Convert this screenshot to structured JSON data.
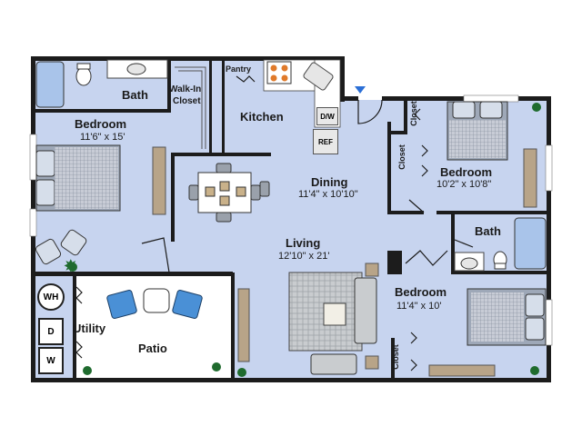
{
  "rooms": {
    "bath_top": "Bath",
    "walk_in_closet_line1": "Walk-In",
    "walk_in_closet_line2": "Closet",
    "pantry": "Pantry",
    "kitchen": "Kitchen",
    "bedroom_left": "Bedroom",
    "bedroom_left_dim": "11'6\" x 15'",
    "dining": "Dining",
    "dining_dim": "11'4\" x 10'10\"",
    "bedroom_right": "Bedroom",
    "bedroom_right_dim": "10'2\" x 10'8\"",
    "bath_right": "Bath",
    "living": "Living",
    "living_dim": "12'10\" x 21'",
    "bedroom_bottom": "Bedroom",
    "bedroom_bottom_dim": "11'4\" x 10'",
    "utility": "Utility",
    "patio": "Patio"
  },
  "closets": {
    "closet_top": "Closet",
    "closet_mid": "Closet",
    "closet_bottom": "Closet"
  },
  "appliances": {
    "dishwasher": "D/W",
    "refrigerator": "REF",
    "water_heater": "WH",
    "dryer": "D",
    "washer": "W"
  },
  "colors": {
    "floor": "#c7d4ef",
    "wall": "#1c1c1c",
    "patio": "#ffffff",
    "plant": "#1f6b2e",
    "entry_arrow": "#2b6fd6",
    "wood": "#b8a488"
  },
  "icons": [
    "plant-icon",
    "entry-arrow-icon",
    "bed-icon",
    "sofa-icon",
    "dining-table-icon",
    "patio-chair-icon",
    "stove-icon",
    "sink-icon",
    "toilet-icon",
    "bathtub-icon"
  ]
}
